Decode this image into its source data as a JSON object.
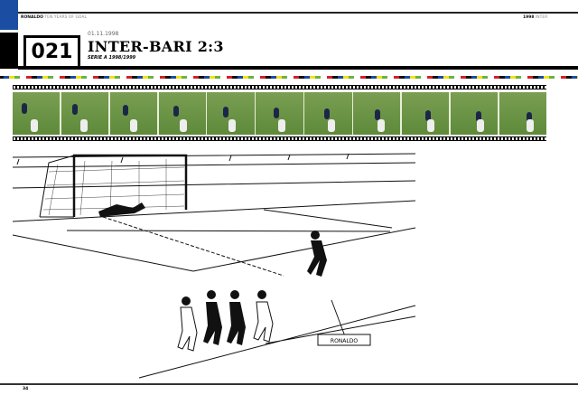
{
  "running_header": {
    "left_bold": "RONALDO",
    "left_light": "TEN YEARS OF GOAL",
    "right_bold": "1998",
    "right_light": "INTER"
  },
  "goal": {
    "number": "021",
    "date": "01.11.1998",
    "title": "INTER-BARI 2:3",
    "competition": "SERIE A 1998/1999"
  },
  "filmstrip": {
    "frame_count": 11
  },
  "illustration": {
    "label": "RONALDO"
  },
  "colors": {
    "blue": "#1b4ea3",
    "stripe": [
      "#d32027",
      "#111111",
      "#1b4ea3",
      "#f2e11b",
      "#6cb33f"
    ]
  },
  "footer": {
    "page_number": "34"
  }
}
